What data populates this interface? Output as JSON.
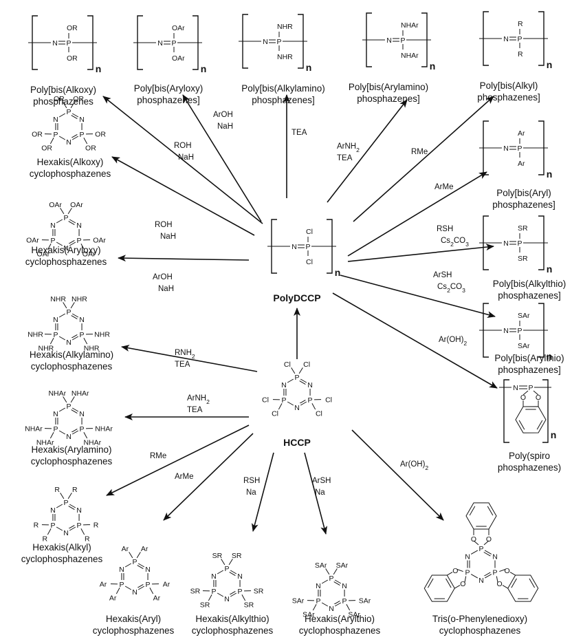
{
  "diagram": {
    "title": "Synthesis routes from HCCP and PolyDCCP",
    "center_nodes": [
      {
        "id": "hccp",
        "label": "HCCP",
        "type": "cyclo",
        "substituents": [
          "Cl",
          "Cl",
          "Cl",
          "Cl",
          "Cl",
          "Cl"
        ]
      },
      {
        "id": "polydccp",
        "label": "PolyDCCP",
        "type": "poly",
        "substituents": [
          "Cl",
          "Cl"
        ]
      }
    ],
    "polymer_products": [
      {
        "id": "p_alkoxy",
        "name_lines": [
          "Poly[bis(Alkoxy)",
          "phosphazenes"
        ],
        "substituents": [
          "OR",
          "OR"
        ],
        "reagents": [
          "ROH",
          "NaH"
        ]
      },
      {
        "id": "p_aryloxy",
        "name_lines": [
          "Poly[bis(Aryloxy)",
          "phosphazenes]"
        ],
        "substituents": [
          "OAr",
          "OAr"
        ],
        "reagents": [
          "ArOH",
          "NaH"
        ]
      },
      {
        "id": "p_alkylamino",
        "name_lines": [
          "Poly[bis(Alkylamino)",
          "phosphazenes]"
        ],
        "substituents": [
          "NHR",
          "NHR"
        ],
        "reagents": [
          "TEA"
        ]
      },
      {
        "id": "p_arylamino",
        "name_lines": [
          "Poly[bis(Arylamino)",
          "phosphazenes]"
        ],
        "substituents": [
          "NHAr",
          "NHAr"
        ],
        "reagents": [
          "ArNH2",
          "TEA"
        ]
      },
      {
        "id": "p_alkyl",
        "name_lines": [
          "Poly[bis(Alkyl)",
          "phosphazenes]"
        ],
        "substituents": [
          "R",
          "R"
        ],
        "reagents": [
          "RMe"
        ]
      },
      {
        "id": "p_aryl",
        "name_lines": [
          "Poly[bis(Aryl)",
          "phosphazenes]"
        ],
        "substituents": [
          "Ar",
          "Ar"
        ],
        "reagents": [
          "ArMe"
        ]
      },
      {
        "id": "p_alkylthio",
        "name_lines": [
          "Poly[bis(Alkylthio)",
          "phosphazenes]"
        ],
        "substituents": [
          "SR",
          "SR"
        ],
        "reagents": [
          "RSH",
          "Cs2CO3"
        ]
      },
      {
        "id": "p_arylthio",
        "name_lines": [
          "Poly[bis(Arylthio)",
          "phosphazenes]"
        ],
        "substituents": [
          "SAr",
          "SAr"
        ],
        "reagents": [
          "ArSH",
          "Cs2CO3"
        ]
      },
      {
        "id": "p_spiro",
        "name_lines": [
          "Poly(spiro",
          "phosphazenes)"
        ],
        "substituents": [
          "O",
          "O"
        ],
        "reagents": [
          "Ar(OH)2"
        ]
      }
    ],
    "cyclic_products": [
      {
        "id": "c_alkoxy",
        "name_lines": [
          "Hexakis(Alkoxy)",
          "cyclophosphazenes"
        ],
        "substituent": "OR",
        "source": "polydccp",
        "reagents": [
          "ROH",
          "NaH"
        ]
      },
      {
        "id": "c_aryloxy",
        "name_lines": [
          "Hexakis(Aryloxy)",
          "cyclophosphazenes"
        ],
        "substituent": "OAr",
        "source": "polydccp",
        "reagents": [
          "ArOH",
          "NaH"
        ]
      },
      {
        "id": "c_alkylamino",
        "name_lines": [
          "Hexakis(Alkylamino)",
          "cyclophosphazenes"
        ],
        "substituent": "NHR",
        "source": "hccp",
        "reagents": [
          "RNH2",
          "TEA"
        ]
      },
      {
        "id": "c_arylamino",
        "name_lines": [
          "Hexakis(Arylamino)",
          "cyclophosphazenes"
        ],
        "substituent": "NHAr",
        "source": "hccp",
        "reagents": [
          "ArNH2",
          "TEA"
        ]
      },
      {
        "id": "c_alkyl",
        "name_lines": [
          "Hexakis(Alkyl)",
          "cyclophosphazenes"
        ],
        "substituent": "R",
        "source": "hccp",
        "reagents": [
          "RMe"
        ]
      },
      {
        "id": "c_aryl",
        "name_lines": [
          "Hexakis(Aryl)",
          "cyclophosphazenes"
        ],
        "substituent": "Ar",
        "source": "hccp",
        "reagents": [
          "ArMe"
        ]
      },
      {
        "id": "c_alkylthio",
        "name_lines": [
          "Hexakis(Alkylthio)",
          "cyclophosphazenes"
        ],
        "substituent": "SR",
        "source": "hccp",
        "reagents": [
          "RSH",
          "Na"
        ]
      },
      {
        "id": "c_arylthio",
        "name_lines": [
          "Hexakis(Arylthio)",
          "cyclophosphazenes"
        ],
        "substituent": "SAr",
        "source": "hccp",
        "reagents": [
          "ArSH",
          "Na"
        ]
      },
      {
        "id": "c_tris",
        "name_lines": [
          "Tris(o-Phenylenedioxy)",
          "cyclophosphazenes"
        ],
        "substituent": "O",
        "source": "hccp",
        "reagents": [
          "Ar(OH)2"
        ]
      }
    ],
    "repeat_unit_label": "n",
    "hccp_to_polydccp_arrow": true
  }
}
